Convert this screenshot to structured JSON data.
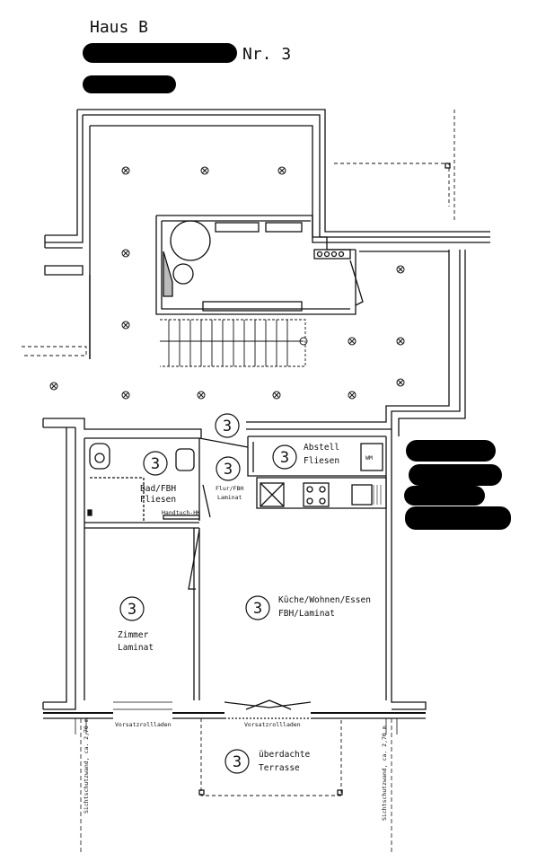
{
  "header": {
    "house": "Haus B",
    "unit_suffix": "Nr. 3"
  },
  "unit_number": "3",
  "rooms": {
    "bad_name": "Bad/FBH",
    "bad_floor": "Fliesen",
    "handtuch": "Handtuch-HK",
    "flur_name": "Flur/FBH",
    "flur_floor": "Laminat",
    "abstell_name": "Abstell",
    "abstell_floor": "Fliesen",
    "wm": "WM",
    "kueche_name": "Küche/Wohnen/Essen",
    "kueche_floor": "FBH/Laminat",
    "zimmer_name": "Zimmer",
    "zimmer_floor": "Laminat",
    "terrasse_name": "überdachte",
    "terrasse_floor": "Terrasse"
  },
  "annotations": {
    "rollladen": "Vorsatzrollladen",
    "sichtschutz": "Sichtschutzwand, ca. 2,70 m"
  }
}
